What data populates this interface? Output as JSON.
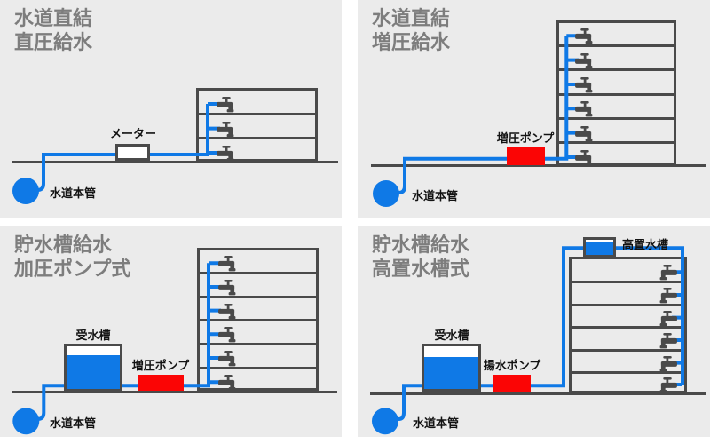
{
  "colors": {
    "background": "#ffffff",
    "panel_bg": "#ebebeb",
    "line": "#4a4a4a",
    "title_text": "#7d7d7d",
    "label_text": "#121212",
    "pipe_blue": "#0f79e6",
    "pump_red": "#fb0505",
    "tank_fill": "#ffffff",
    "meter_fill": "#ffffff"
  },
  "panels": [
    {
      "id": "direct-pressure",
      "title_line1": "水道直結",
      "title_line2": "直圧給水",
      "floors": 3,
      "faucet_count": 3,
      "labels": {
        "meter": "メーター",
        "water_main": "水道本管"
      }
    },
    {
      "id": "direct-boost",
      "title_line1": "水道直結",
      "title_line2": "増圧給水",
      "floors": 6,
      "faucet_count": 6,
      "labels": {
        "pump": "増圧ポンプ",
        "water_main": "水道本管"
      }
    },
    {
      "id": "storage-tank-pump",
      "title_line1": "貯水槽給水",
      "title_line2": "加圧ポンプ式",
      "floors": 6,
      "faucet_count": 6,
      "labels": {
        "tank": "受水槽",
        "pump": "増圧ポンプ",
        "water_main": "水道本管"
      }
    },
    {
      "id": "storage-elevated-tank",
      "title_line1": "貯水槽給水",
      "title_line2": "高置水槽式",
      "floors": 6,
      "faucet_count": 6,
      "labels": {
        "tank": "受水槽",
        "pump": "揚水ポンプ",
        "elevated_tank": "高置水槽",
        "water_main": "水道本管"
      }
    }
  ]
}
